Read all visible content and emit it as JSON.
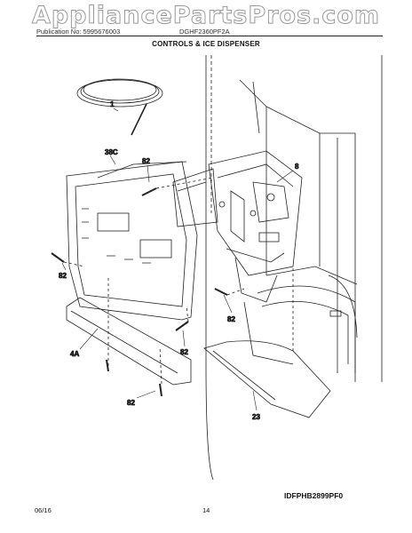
{
  "watermark": "AppliancePartsPros.com",
  "header": {
    "publication": "Publication No: 5995676003",
    "model": "DGHF2360PF2A",
    "title": "CONTROLS & ICE DISPENSER"
  },
  "callouts": {
    "tube": "1",
    "panel": "38C",
    "screw_top": "82",
    "dispenser": "8",
    "screw_left": "82",
    "screw_right_mid": "82",
    "trim": "4A",
    "screw_right_low": "82",
    "screw_bottom": "82",
    "tray": "23"
  },
  "figure_id": "IDFPHB2899PF0",
  "footer": {
    "date": "06/16",
    "page": "14"
  }
}
